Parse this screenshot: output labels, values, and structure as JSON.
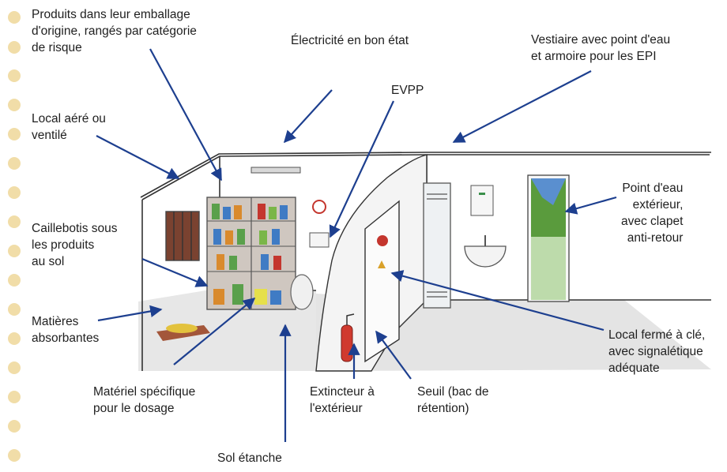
{
  "labels": {
    "produits": "Produits dans leur emballage\nd'origine, rangés par catégorie\nde risque",
    "electricite": "Électricité en bon état",
    "vestiaire": "Vestiaire avec point d'eau\net armoire pour les EPI",
    "evpp": "EVPP",
    "local_aere": "Local aéré ou\nventilé",
    "point_eau": "Point d'eau\nextérieur,\navec clapet\nanti-retour",
    "caillebotis": "Caillebotis sous\nles produits\nau sol",
    "matieres": "Matières\nabsorbantes",
    "local_ferme": "Local fermé à clé,\navec signalétique\nadéquate",
    "materiel": "Matériel spécifique\npour le dosage",
    "extincteur": "Extincteur à\nl'extérieur",
    "seuil": "Seuil (bac de\nrétention)",
    "sol": "Sol étanche"
  },
  "colors": {
    "arrow": "#1d3f8f",
    "dot": "#f1dda8",
    "floor": "#e7e7e7"
  }
}
